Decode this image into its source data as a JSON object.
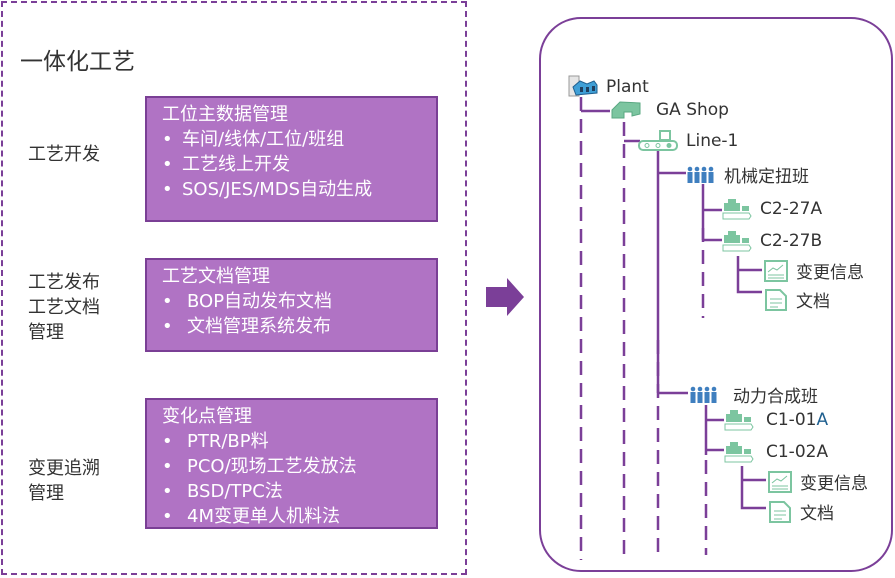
{
  "left_panel": {
    "title": "一体化工艺",
    "categories": [
      {
        "label": "工艺开发"
      },
      {
        "label_lines": [
          "工艺发布",
          "工艺文档",
          "管理"
        ]
      },
      {
        "label_lines": [
          "变更追溯",
          "管理"
        ]
      }
    ],
    "boxes": [
      {
        "heading": "工位主数据管理",
        "items": [
          "车间/线体/工位/班组",
          "工艺线上开发",
          "SOS/JES/MDS自动生成"
        ]
      },
      {
        "heading": "工艺文档管理",
        "items": [
          "BOP自动发布文档",
          "文档管理系统发布"
        ]
      },
      {
        "heading": "变化点管理",
        "items": [
          "PTR/BP料",
          "PCO/现场工艺发放法",
          "BSD/TPC法",
          "4M变更单人机料法"
        ]
      }
    ],
    "bullet": "•"
  },
  "arrow": {
    "icon": "right-arrow-icon",
    "color": "#7b3f98"
  },
  "tree": {
    "plant": {
      "label": "Plant",
      "icon": "factory-icon"
    },
    "shop": {
      "label": "GA Shop",
      "icon": "workshop-icon"
    },
    "line": {
      "label": "Line-1",
      "icon": "conveyor-line-icon"
    },
    "teams": [
      {
        "label": "机械定扭班",
        "icon": "team-people-icon",
        "stations": [
          {
            "label": "C2-27A",
            "icon": "station-icon"
          },
          {
            "label": "C2-27B",
            "icon": "station-icon",
            "docs": [
              {
                "label": "变更信息",
                "icon": "chart-doc-icon"
              },
              {
                "label": "文档",
                "icon": "document-icon"
              }
            ]
          }
        ]
      },
      {
        "label": "动力合成班",
        "icon": "team-people-icon",
        "stations": [
          {
            "label_main": "C1-01",
            "label_accent": "A",
            "icon": "station-icon"
          },
          {
            "label": "C1-02A",
            "icon": "station-icon",
            "docs": [
              {
                "label": "变更信息",
                "icon": "chart-doc-icon"
              },
              {
                "label": "文档",
                "icon": "document-icon"
              }
            ]
          }
        ]
      }
    ]
  },
  "colors": {
    "purple": "#7b3f98",
    "box_fill": "#b073c4",
    "icon_green": "#7cc5a0",
    "icon_blue": "#3f7fbf"
  }
}
